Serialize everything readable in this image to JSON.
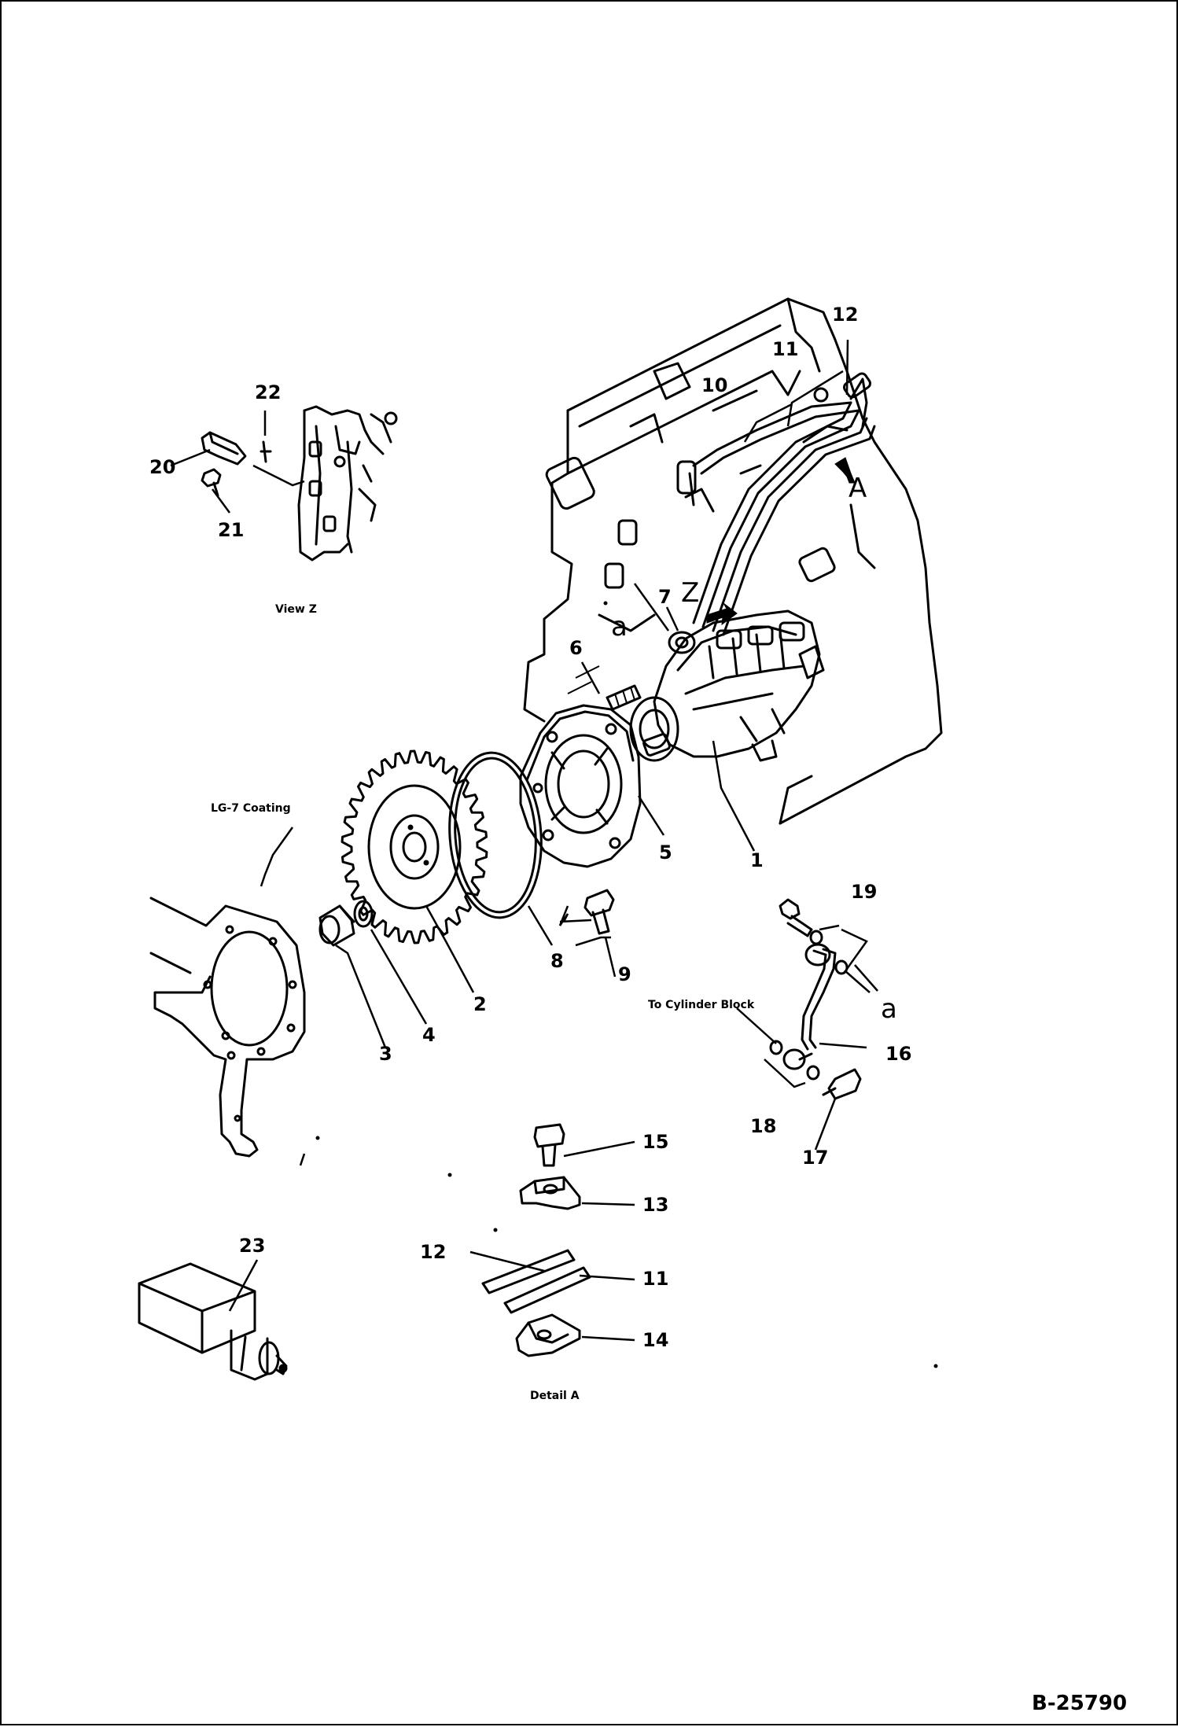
{
  "drawing_code": "B-25790",
  "captions": {
    "view_z": "View Z",
    "coating": "LG-7 Coating",
    "to_cylinder_block": "To Cylinder Block",
    "detail_a": "Detail A"
  },
  "view_markers": {
    "z": "Z",
    "a_upper": "A",
    "a_lower_1": "a",
    "a_lower_2": "a"
  },
  "callouts": {
    "c1": "1",
    "c2": "2",
    "c3": "3",
    "c4": "4",
    "c5": "5",
    "c6": "6",
    "c7": "7",
    "c8": "8",
    "c9": "9",
    "c10": "10",
    "c11": "11",
    "c12": "12",
    "c11b": "11",
    "c12b": "12",
    "c13": "13",
    "c14": "14",
    "c15": "15",
    "c16": "16",
    "c17": "17",
    "c18": "18",
    "c19": "19",
    "c20": "20",
    "c21": "21",
    "c22": "22",
    "c23": "23"
  }
}
